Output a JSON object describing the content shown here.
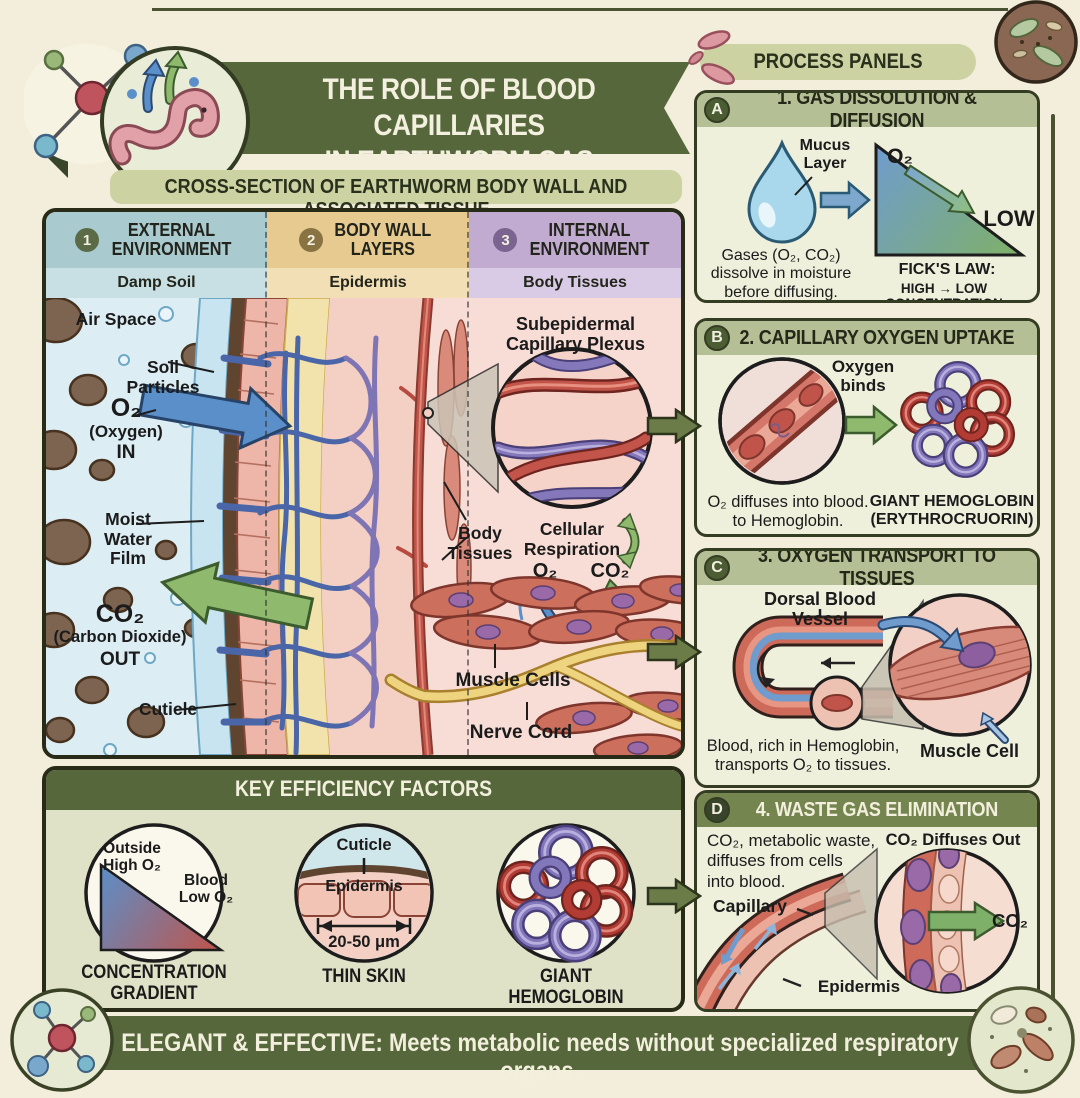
{
  "colors": {
    "dark_green": "#57673c",
    "light_green": "#ccd2a2",
    "cream": "#f2eedb",
    "panel_bg": "#eef0dc"
  },
  "page": {
    "title": "THE ROLE OF BLOOD CAPILLARIES\nIN EARTHWORM GAS EXCHANGE",
    "subtitle": "CROSS-SECTION OF EARTHWORM BODY WALL AND ASSOCIATED TISSUE",
    "footer": "ELEGANT & EFFECTIVE: Meets metabolic needs without specialized respiratory organs."
  },
  "columns": [
    {
      "num": "1",
      "title": "EXTERNAL\nENVIRONMENT",
      "sub": "Damp Soil"
    },
    {
      "num": "2",
      "title": "BODY WALL\nLAYERS",
      "sub": "Epidermis"
    },
    {
      "num": "3",
      "title": "INTERNAL\nENVIRONMENT",
      "sub": "Body Tissues"
    }
  ],
  "diagram": {
    "air_space": "Air Space",
    "soil_particles": "Soil\nParticles",
    "o2": "O₂",
    "o2_name": "(Oxygen)",
    "o2_dir": "IN",
    "moist": "Moist\nWater\nFilm",
    "co2": "CO₂",
    "co2_name": "(Carbon Dioxide)",
    "co2_dir": "OUT",
    "cuticle": "Cuticle",
    "plexus": "Subepidermal\nCapillary Plexus",
    "body_tissues": "Body\nTissues",
    "cellular": "Cellular\nRespiration",
    "o2_small": "O₂",
    "co2_small": "CO₂",
    "muscle_cells": "Muscle Cells",
    "nerve_cord": "Nerve Cord"
  },
  "process": {
    "header": "PROCESS PANELS",
    "a": {
      "badge": "A",
      "title": "1. GAS DISSOLUTION & DIFFUSION",
      "mucus": "Mucus\nLayer",
      "o2": "O₂",
      "low": "LOW",
      "caption": "Gases (O₂, CO₂)\ndissolve in moisture\nbefore diffusing.",
      "law": "FICK'S LAW:",
      "law2": "HIGH → LOW CONCENTRATION"
    },
    "b": {
      "badge": "B",
      "title": "2. CAPILLARY OXYGEN UPTAKE",
      "binds": "Oxygen\nbinds",
      "caption": "O₂ diffuses into blood.\nto Hemoglobin.",
      "hemo": "GIANT HEMOGLOBIN\n(ERYTHROCRUORIN)"
    },
    "c": {
      "badge": "C",
      "title": "3. OXYGEN TRANSPORT TO TISSUES",
      "dorsal": "Dorsal Blood Vessel",
      "caption": "Blood, rich in Hemoglobin,\ntransports O₂ to tissues.",
      "muscle": "Muscle Cell"
    },
    "d": {
      "badge": "D",
      "title": "4. WASTE GAS ELIMINATION",
      "caption": "CO₂, metabolic waste,\ndiffuses from cells\ninto blood.",
      "diffuses": "CO₂ Diffuses Out",
      "capillary": "Capillary",
      "co2": "CO₂",
      "epidermis": "Epidermis"
    }
  },
  "key": {
    "header": "KEY EFFICIENCY FACTORS",
    "c1": {
      "top": "Outside\nHigh O₂",
      "right": "Blood\nLow O₂",
      "caption": "CONCENTRATION\nGRADIENT"
    },
    "c2": {
      "cuticle": "Cuticle",
      "epidermis": "Epidermis",
      "size": "20-50 μm",
      "caption": "THIN SKIN"
    },
    "c3": {
      "caption": "GIANT HEMOGLOBIN"
    }
  }
}
